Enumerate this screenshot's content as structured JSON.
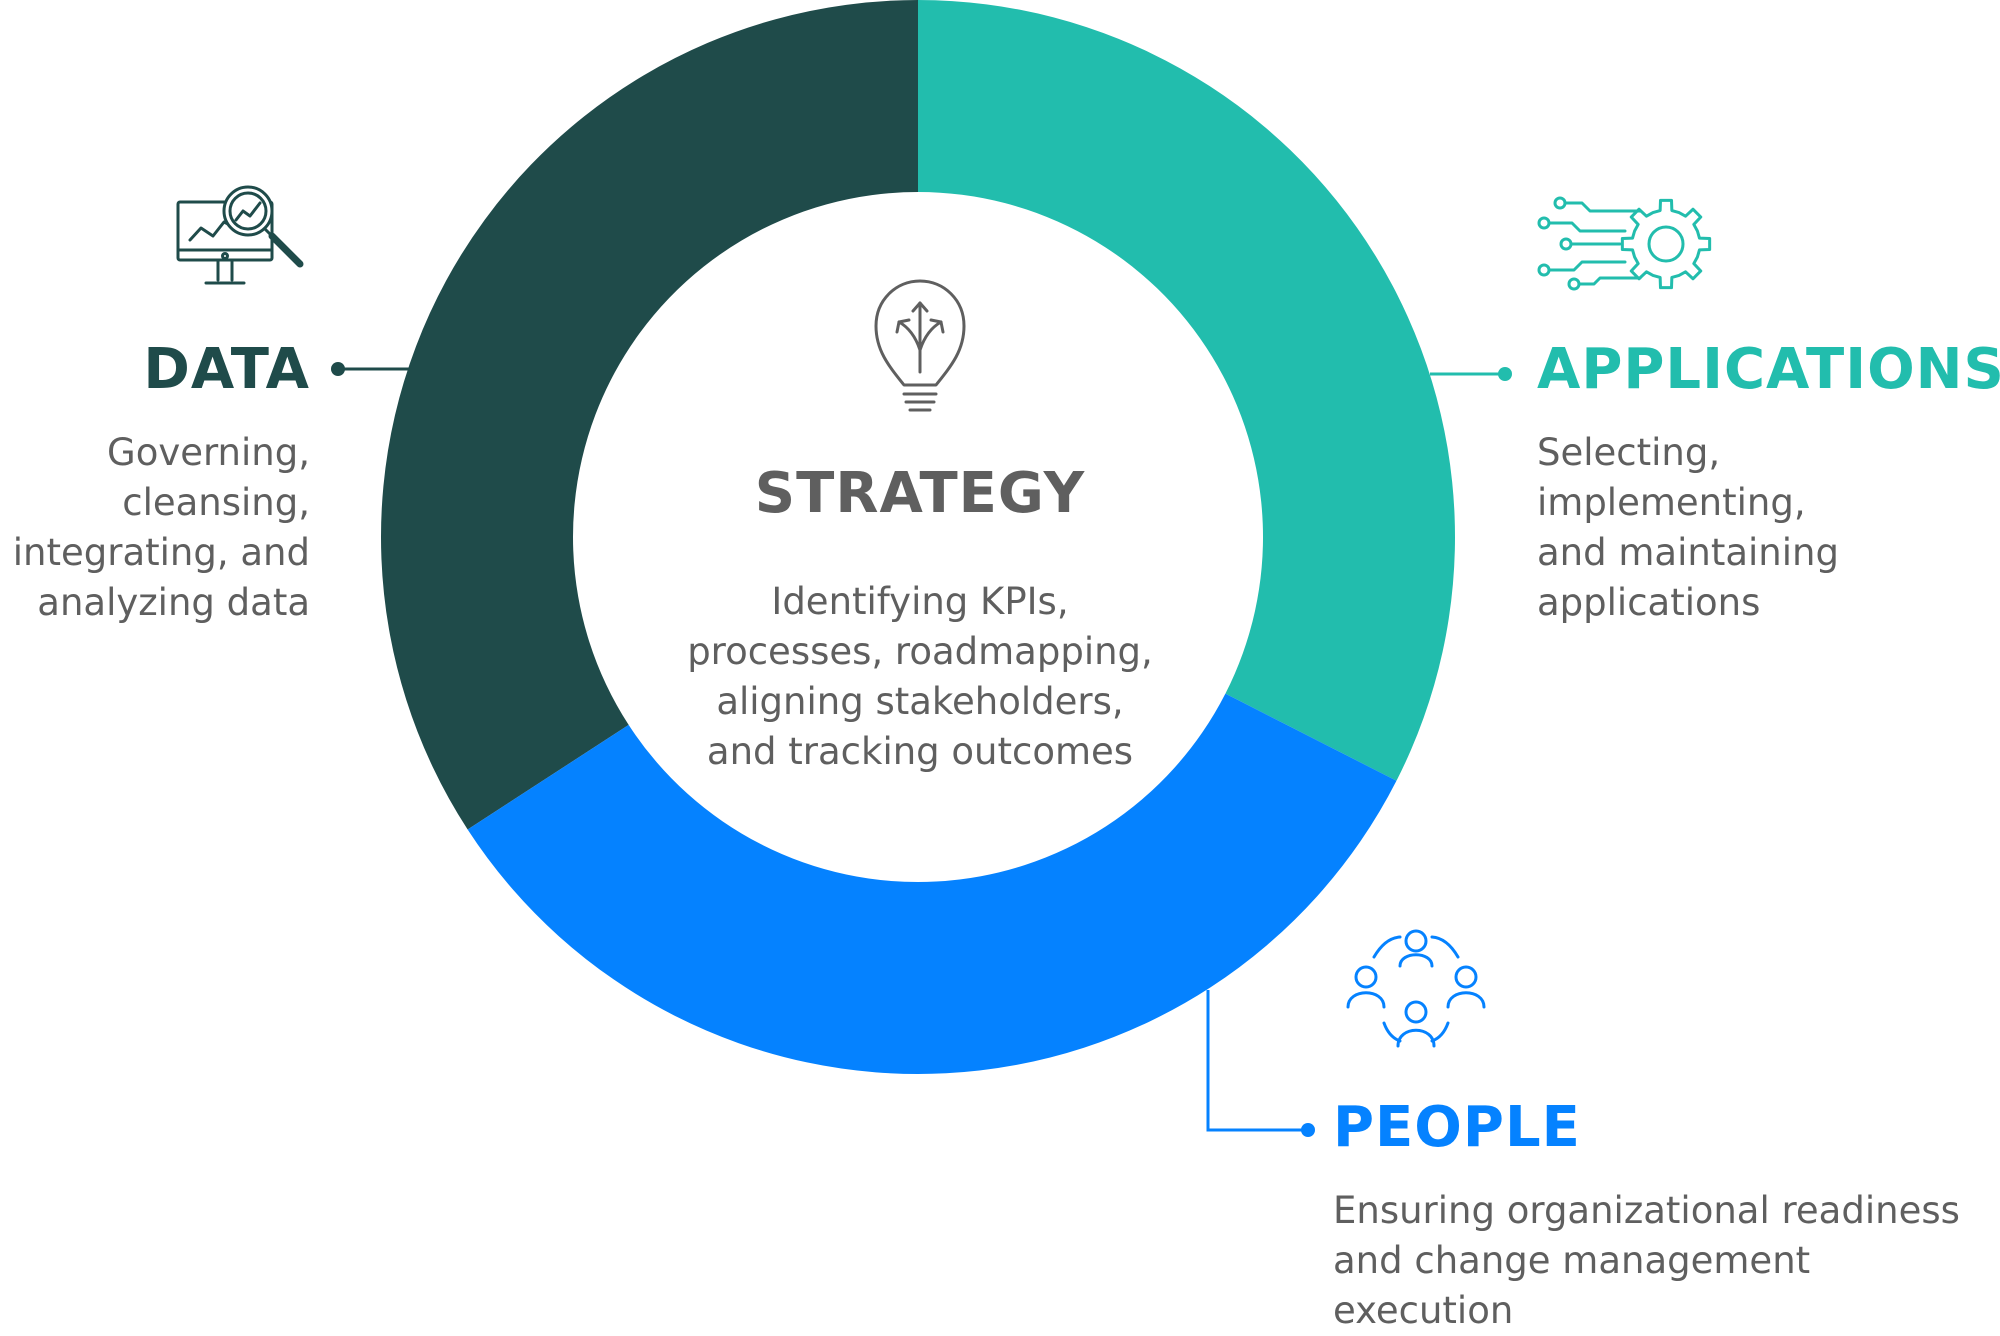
{
  "center": {
    "title": "STRATEGY",
    "description": "Identifying KPIs,\nprocesses, roadmapping,\naligning stakeholders,\nand tracking outcomes",
    "icon": "lightbulb-icon"
  },
  "segments": [
    {
      "key": "data",
      "title": "DATA",
      "description": "Governing,\ncleansing,\nintegrating, and\nanalyzing data",
      "color": "#1f4b4a",
      "icon": "analytics-monitor-icon"
    },
    {
      "key": "applications",
      "title": "APPLICATIONS",
      "description": "Selecting, implementing,\nand maintaining\napplications",
      "color": "#22bdad",
      "icon": "circuit-gear-icon"
    },
    {
      "key": "people",
      "title": "PEOPLE",
      "description": "Ensuring organizational readiness\nand change management execution",
      "color": "#0582ff",
      "icon": "team-circle-icon"
    }
  ],
  "text_color": "#5f5f5f"
}
